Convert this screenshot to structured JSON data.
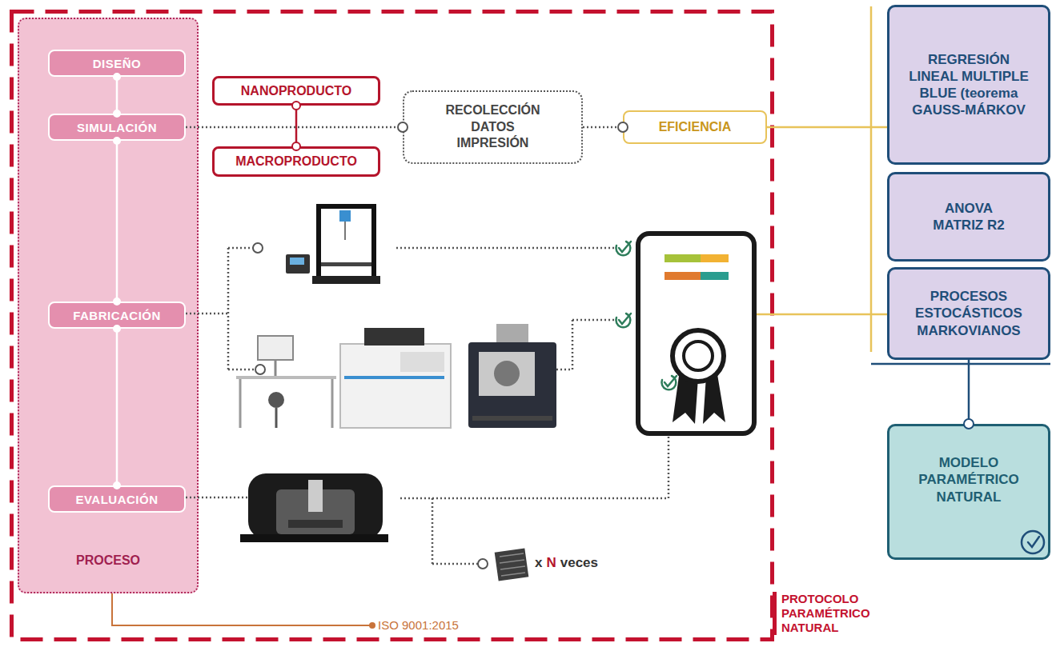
{
  "diagram": {
    "nodes": [
      {
        "text": [
          "PROTOCOLO PARAMÉTRICO NATURAL"
        ]
      },
      {
        "text": [
          "PROCESO"
        ],
        "in": 0
      },
      {
        "text": [
          "DISEÑO"
        ],
        "in": 1
      },
      {
        "text": [
          "SIMULACIÓN"
        ],
        "in": 1
      },
      {
        "text": [
          "FABRICACIÓN"
        ],
        "in": 1
      },
      {
        "text": [
          "EVALUACIÓN"
        ],
        "in": 1
      },
      {
        "text": [
          "NANOPRODUCTO"
        ],
        "in": 0
      },
      {
        "text": [
          "MACROPRODUCTO"
        ],
        "in": 0
      },
      {
        "text": [
          "RECOLECCIÓN DATOS IMPRESIÓN"
        ],
        "in": 0
      },
      {
        "text": [
          "EFICIENCIA"
        ],
        "in": 0
      },
      {
        "text": [
          "REGRESIÓN LINEAL MULTIPLE BLUE (teorema GAUSS-MÁRKOV"
        ]
      },
      {
        "text": [
          "ANOVA MATRIZ R2"
        ]
      },
      {
        "text": [
          "PROCESOS ESTOCÁSTICOS MARKOVIANOS"
        ]
      },
      {
        "text": [
          "MODELO PARAMÉTRICO NATURAL"
        ]
      }
    ],
    "edges": [
      {
        "from": 2,
        "to": 3,
        "arrow": "none"
      },
      {
        "from": 3,
        "to": 4,
        "arrow": "none"
      },
      {
        "from": 4,
        "to": 5,
        "arrow": "none"
      },
      {
        "from": 6,
        "to": 7,
        "arrow": "none"
      },
      {
        "from": 3,
        "to": 8,
        "arrow": "none"
      },
      {
        "from": 8,
        "to": 9,
        "arrow": "none"
      },
      {
        "from": 9,
        "to": 10,
        "arrow": "none"
      },
      {
        "from": 12,
        "to": 13,
        "arrow": "none"
      }
    ],
    "labels": [
      "x",
      "N",
      "veces",
      "ISO 9001:2015"
    ]
  }
}
